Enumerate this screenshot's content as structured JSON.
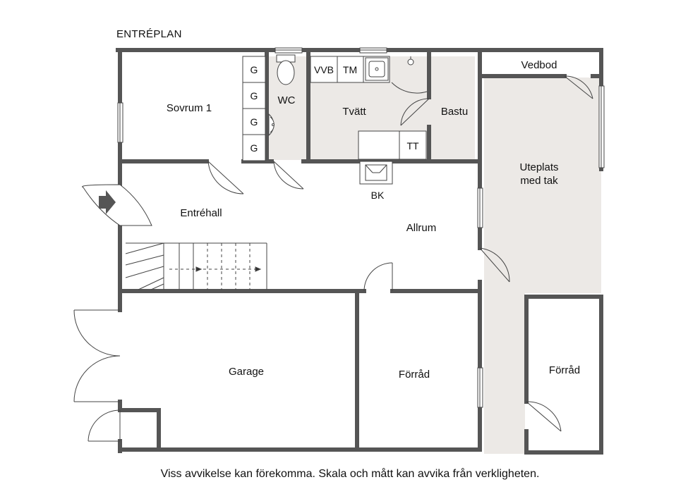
{
  "plan_title": "ENTRÉPLAN",
  "rooms": {
    "sovrum": "Sovrum 1",
    "wc": "WC",
    "tvatt": "Tvätt",
    "bastu": "Bastu",
    "vedbod": "Vedbod",
    "uteplats_line1": "Uteplats",
    "uteplats_line2": "med tak",
    "entrehall": "Entréhall",
    "allrum": "Allrum",
    "garage": "Garage",
    "forrad_inner": "Förråd",
    "forrad_outer": "Förråd"
  },
  "fixtures": {
    "wardrobe": "G",
    "vvb": "VVB",
    "tm": "TM",
    "tt": "TT",
    "bk": "BK"
  },
  "disclaimer": "Viss avvikelse kan förekomma. Skala och mått kan avvika från verkligheten.",
  "colors": {
    "wall": "#555555",
    "wet_area": "#ece9e6",
    "line": "#333333"
  }
}
